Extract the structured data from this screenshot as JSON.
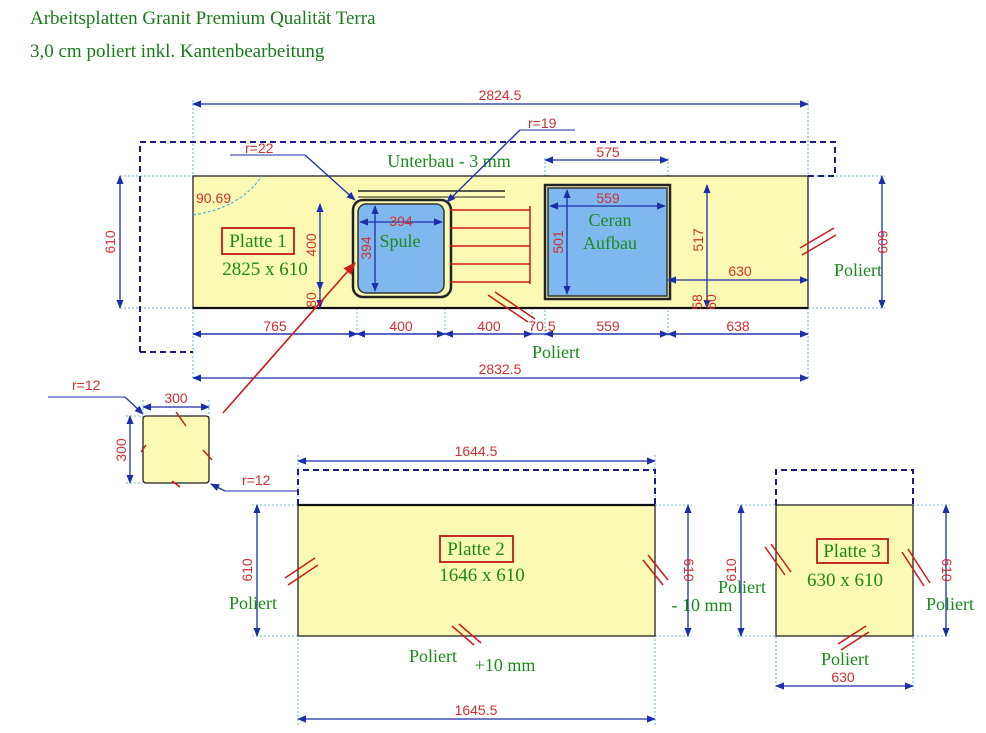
{
  "header": {
    "title_line1": "Arbeitsplatten Granit Premium Qualität Terra",
    "title_line2": "3,0 cm poliert inkl. Kantenbearbeitung"
  },
  "platte1": {
    "label": "Platte 1",
    "size": "2825 x 610",
    "top_overall": "2824.5",
    "bottom_overall": "2832.5",
    "unterbau": "Unterbau - 3 mm",
    "corner": "90.69",
    "height_left": "610",
    "height_right": "609",
    "r_sink_outer": "r=22",
    "r_sink_inner": "r=19",
    "spule": "Spule",
    "sink_w": "394",
    "sink_h": "394",
    "sink_inner_h": "400",
    "sink_offset": "80",
    "ceran_line1": "Ceran",
    "ceran_line2": "Aufbau",
    "ceran_outer": "575",
    "ceran_inner": "559",
    "ceran_h": "501",
    "right_h": "517",
    "right_w": "630",
    "small_58": "58",
    "small_60": "60",
    "seg_765": "765",
    "seg_400a": "400",
    "seg_400b": "400",
    "seg_70": "70.5",
    "seg_559": "559",
    "seg_638": "638",
    "poliert_bottom": "Poliert",
    "poliert_right": "Poliert"
  },
  "piece_small": {
    "r": "r=12",
    "w": "300",
    "h": "300",
    "r2": "r=12"
  },
  "platte2": {
    "label": "Platte 2",
    "size": "1646 x 610",
    "top": "1644.5",
    "bottom": "1645.5",
    "h_left": "610",
    "h_right": "610",
    "poliert_left": "Poliert",
    "poliert_bottom": "Poliert",
    "minus": "- 10 mm",
    "plus": "+10 mm"
  },
  "platte3": {
    "label": "Platte 3",
    "size": "630 x 610",
    "h_left": "610",
    "h_right": "610",
    "bottom": "630",
    "poliert_left": "Poliert",
    "poliert_right": "Poliert",
    "poliert_bottom": "Poliert"
  }
}
